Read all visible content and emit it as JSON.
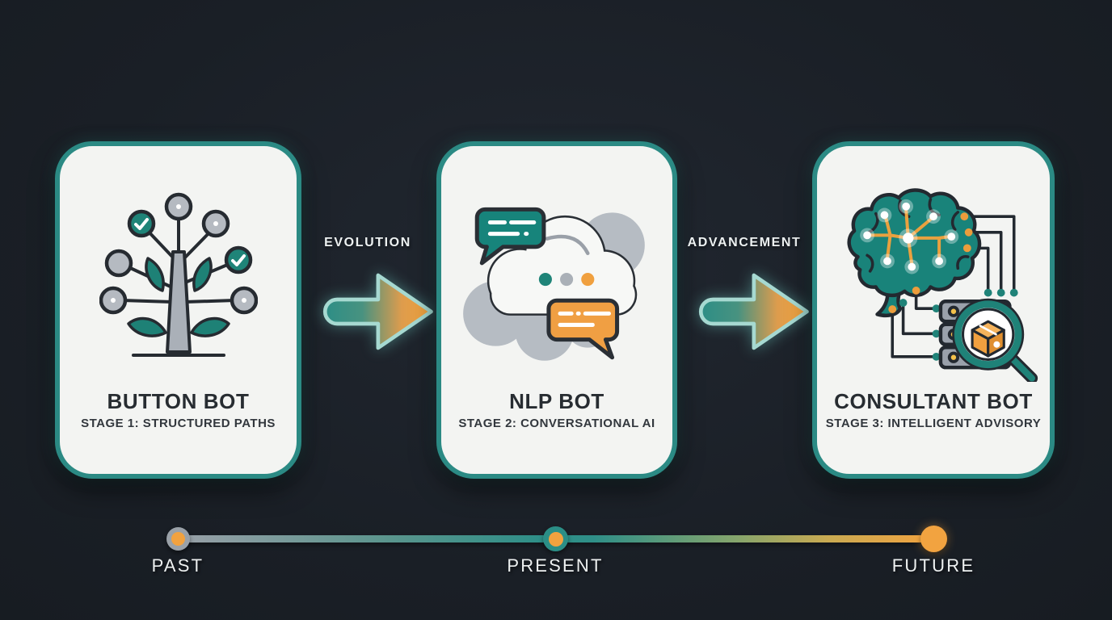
{
  "title": "Chatbot Evolution Infographic",
  "colors": {
    "background": "#1a1f26",
    "card_background": "#f3f4f2",
    "card_border_teal": "#2b8a84",
    "accent_teal": "#1f8278",
    "accent_orange": "#f0a03f",
    "neutral_gray": "#b5bac1",
    "dark_outline": "#262b31",
    "title_text": "#272c31",
    "light_text": "#eef1f1"
  },
  "cards": [
    {
      "title": "BUTTON BOT",
      "subtitle": "STAGE 1: STRUCTURED PATHS",
      "icon": "decision-tree-icon"
    },
    {
      "title": "NLP BOT",
      "subtitle": "STAGE 2: CONVERSATIONAL AI",
      "icon": "cloud-chat-icon"
    },
    {
      "title": "CONSULTANT BOT",
      "subtitle": "STAGE 3: INTELLIGENT ADVISORY",
      "icon": "brain-server-icon"
    }
  ],
  "arrows": [
    {
      "label": "EVOLUTION"
    },
    {
      "label": "ADVANCEMENT"
    }
  ],
  "timeline": {
    "points": [
      {
        "label": "PAST"
      },
      {
        "label": "PRESENT"
      },
      {
        "label": "FUTURE"
      }
    ]
  }
}
